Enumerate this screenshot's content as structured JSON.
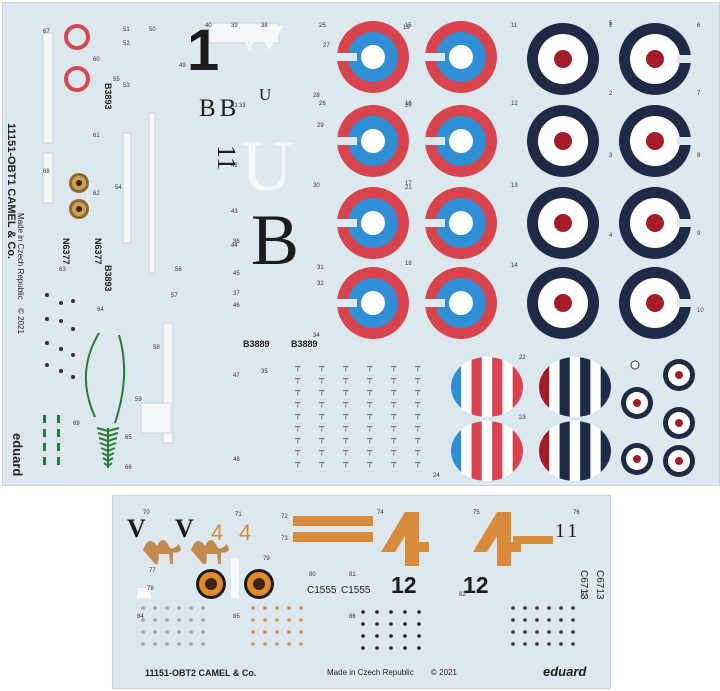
{
  "sheet1": {
    "title": "11151-OBT1 CAMEL & Co.",
    "made_in": "Made in Czech Republic",
    "copyright": "© 2021",
    "brand": "eduard",
    "serials": [
      "B3893",
      "B3893",
      "N6377",
      "N6377",
      "B3889",
      "B3889"
    ],
    "letters": [
      "1",
      "BB",
      "11",
      "B",
      "U"
    ],
    "number_labels": [
      "1",
      "2",
      "3",
      "4",
      "5",
      "6",
      "7",
      "8",
      "9",
      "10",
      "11",
      "12",
      "13",
      "14",
      "15",
      "16",
      "17",
      "18",
      "19",
      "20",
      "21",
      "22",
      "23",
      "24",
      "25",
      "26",
      "27",
      "28",
      "29",
      "30",
      "31",
      "32",
      "33",
      "34",
      "35",
      "36",
      "37",
      "38",
      "39",
      "40",
      "41",
      "42",
      "43",
      "44",
      "45",
      "46",
      "47",
      "48",
      "49",
      "50",
      "51",
      "52",
      "53",
      "54",
      "55",
      "56",
      "57",
      "58",
      "59",
      "60",
      "61",
      "62",
      "63",
      "64",
      "65",
      "66",
      "67",
      "68",
      "69"
    ]
  },
  "sheet2": {
    "title": "11151-OBT2 CAMEL & Co.",
    "made_in": "Made in Czech Republic",
    "copyright": "© 2021",
    "brand": "eduard",
    "serials": [
      "C1555",
      "C1555",
      "C6713",
      "C6713"
    ],
    "big_numbers": [
      "12",
      "12"
    ],
    "small_fours": [
      "4",
      "4"
    ],
    "vee": [
      "V",
      "V"
    ],
    "eleven": "11",
    "number_labels": [
      "70",
      "71",
      "72",
      "73",
      "74",
      "75",
      "76",
      "77",
      "78",
      "79",
      "80",
      "81",
      "82",
      "83",
      "84",
      "85",
      "86"
    ]
  },
  "colors": {
    "roundel_red": "#d8454f",
    "roundel_blue": "#2f8ed4",
    "rfc_navy": "#1f2a44",
    "rfc_red": "#a41c2a",
    "orange": "#d98a3a",
    "sheet_bg": "#dde8ee"
  }
}
